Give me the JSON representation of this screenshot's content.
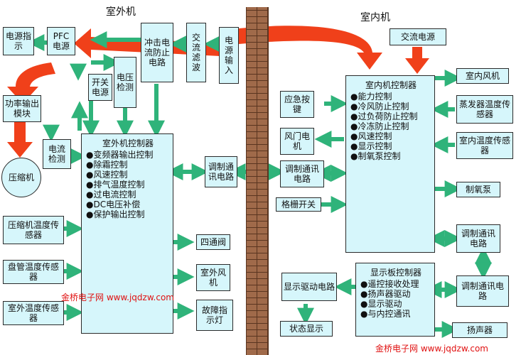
{
  "titles": {
    "outdoor": "室外机",
    "indoor": "室内机"
  },
  "boxes": {
    "power_indicator": "电源指示",
    "pfc_power": "PFC电源",
    "surge_protect": "冲击电流防止电路",
    "ac_filter": "交流滤波",
    "power_input": "电源输入",
    "switch_power": "开关电源",
    "voltage_detect": "电压检测",
    "power_module": "功率输出模块",
    "current_detect": "电流检测",
    "compressor": "压缩机",
    "outdoor_controller": {
      "title": "室外机控制器",
      "items": [
        "变频器输出控制",
        "除霜控制",
        "风速控制",
        "排气温度控制",
        "过电流控制",
        "DC电压补偿",
        "保护输出控制"
      ]
    },
    "comm_outdoor": "调制通讯电路",
    "comp_temp_sensor": "压缩机温度传感器",
    "coil_temp_sensor": "盘管温度传感器",
    "outdoor_temp_sensor": "室外温度传感器",
    "four_way_valve": "四通阀",
    "outdoor_fan": "室外风机",
    "fault_lamp": "故障指示灯",
    "ac_power_indoor": "交流电源",
    "indoor_controller": {
      "title": "室内机控制器",
      "items": [
        "能力控制",
        "冷风防止控制",
        "过负荷防止控制",
        "冷冻防止控制",
        "风速控制",
        "显示控制",
        "制氧泵控制"
      ]
    },
    "emergency_key": "应急按键",
    "damper_motor": "风门电机",
    "comm_indoor_left": "调制通讯电路",
    "grille_switch": "格栅开关",
    "indoor_fan": "室内风机",
    "evap_temp_sensor": "蒸发器温度传感器",
    "indoor_temp_sensor": "室内温度传感器",
    "oxygen_pump": "制氧泵",
    "comm_indoor_right": "调制通讯电路",
    "display_controller": {
      "title": "显示板控制器",
      "items": [
        "遥控接收处理",
        "扬声器驱动",
        "显示驱动",
        "与内控通讯"
      ]
    },
    "display_driver": "显示驱动电路",
    "status_display": "状态显示",
    "comm_display": "调制通讯电路",
    "speaker": "扬声器"
  },
  "watermarks": [
    "金桥电子网 www.jqdzw.com",
    "金桥电子网 www.jqdzw.com"
  ],
  "colors": {
    "box_fill": "#d6f6fb",
    "arrow_green": "#2fb37a",
    "arrow_red": "#f0401a",
    "wall": "#a06a4a"
  }
}
